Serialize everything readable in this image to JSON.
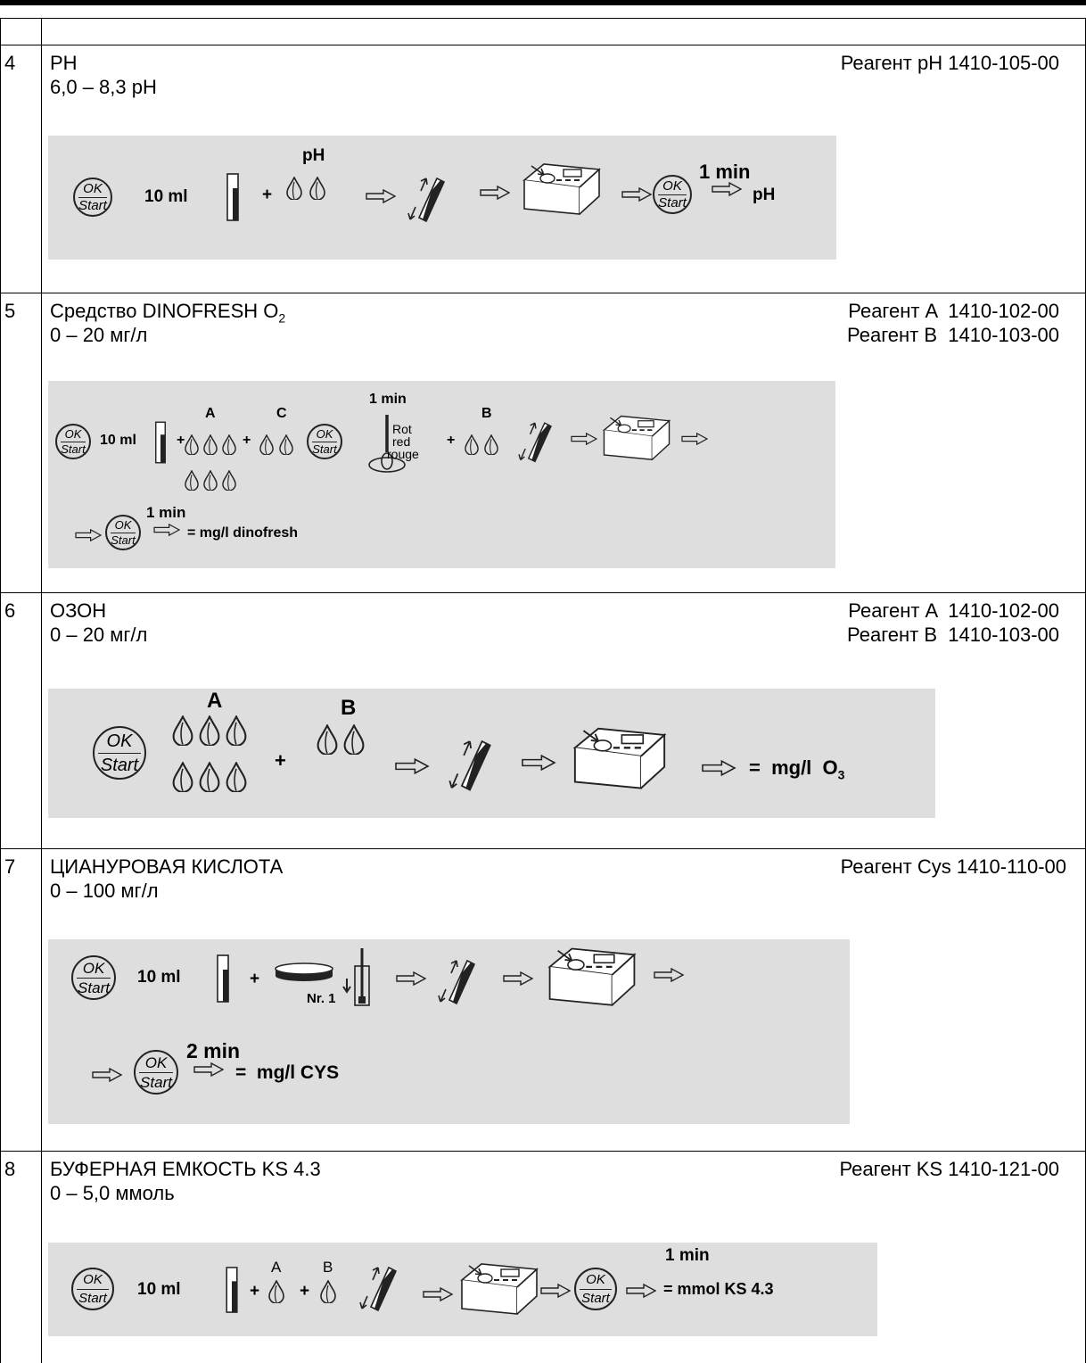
{
  "rows": [
    {
      "num": "4",
      "title": "PH",
      "subtitle": "6,0 – 8,3 pH",
      "reagents": [
        "Реагент pH 1410-105-00"
      ],
      "diagram": {
        "ok": "OK",
        "start": "Start",
        "volume": "10 ml",
        "drop_label": "pH",
        "time": "1 min",
        "result": "pH"
      }
    },
    {
      "num": "5",
      "title": "Средство DINOFRESH  O",
      "title_sub": "2",
      "subtitle": " 0 – 20 мг/л",
      "reagents": [
        "Реагент A  1410-102-00",
        "Реагент B  1410-103-00"
      ],
      "diagram": {
        "ok": "OK",
        "start": "Start",
        "volume": "10 ml",
        "label_a": "A",
        "label_c": "C",
        "label_b": "B",
        "time": "1 min",
        "stir_1": "Rot",
        "stir_2": "red",
        "stir_3": "rouge",
        "result": "= mg/l dinofresh"
      }
    },
    {
      "num": "6",
      "title": "ОЗОН",
      "subtitle": " 0 – 20 мг/л",
      "reagents": [
        "Реагент A  1410-102-00",
        "Реагент B  1410-103-00"
      ],
      "diagram": {
        "ok": "OK",
        "start": "Start",
        "label_a": "A",
        "label_b": "B",
        "result": "=  mg/l  O",
        "result_sub": "3"
      }
    },
    {
      "num": "7",
      "title": "ЦИАНУРОВАЯ КИСЛОТА",
      "subtitle": "0 – 100 мг/л",
      "reagents": [
        "Реагент Cys 1410-110-00"
      ],
      "diagram": {
        "ok": "OK",
        "start": "Start",
        "volume": "10 ml",
        "tablet": "Nr. 1",
        "time": "2 min",
        "result": "=  mg/l CYS"
      }
    },
    {
      "num": "8",
      "title": "БУФЕРНАЯ ЕМКОСТЬ KS 4.3",
      "subtitle": "0 – 5,0 ммоль",
      "reagents": [
        "Реагент KS 1410-121-00"
      ],
      "diagram": {
        "ok": "OK",
        "start": "Start",
        "volume": "10 ml",
        "label_a": "A",
        "label_b": "B",
        "time": "1 min",
        "result": "= mmol KS 4.3"
      }
    }
  ]
}
